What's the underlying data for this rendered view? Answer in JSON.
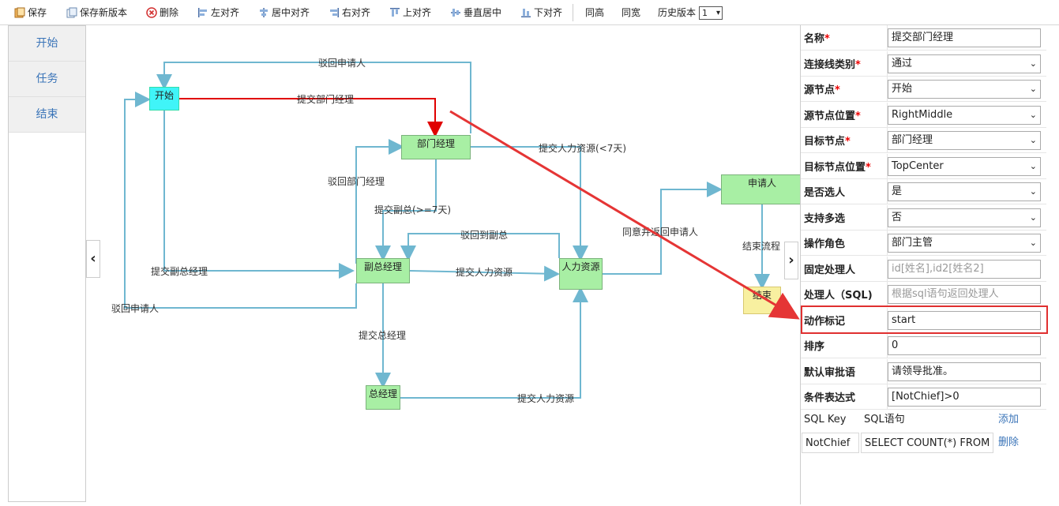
{
  "toolbar": {
    "save": "保存",
    "save_new_version": "保存新版本",
    "delete": "删除",
    "align_left": "左对齐",
    "align_center": "居中对齐",
    "align_right": "右对齐",
    "align_top": "上对齐",
    "align_middle": "垂直居中",
    "align_bottom": "下对齐",
    "same_height": "同高",
    "same_width": "同宽",
    "history_version_label": "历史版本",
    "history_version_value": "1"
  },
  "left_panel": {
    "items": [
      "开始",
      "任务",
      "结束"
    ]
  },
  "canvas": {
    "nodes": {
      "start": "开始",
      "dept_manager": "部门经理",
      "vice_manager": "副总经理",
      "hr": "人力资源",
      "general_manager": "总经理",
      "applicant": "申请人",
      "end": "结束"
    },
    "edges": {
      "reject_to_applicant_top": "驳回申请人",
      "submit_dept_manager": "提交部门经理",
      "reject_dept_manager": "驳回部门经理",
      "submit_hr_lt7": "提交人力资源(<7天)",
      "submit_vice_ge7": "提交副总(>=7天)",
      "reject_to_vice": "驳回到副总",
      "agree_return_applicant": "同意并返回申请人",
      "end_flow": "结束流程",
      "submit_vice_manager": "提交副总经理",
      "submit_hr_from_vice": "提交人力资源",
      "reject_applicant_left": "驳回申请人",
      "submit_general_manager": "提交总经理",
      "submit_hr_from_gm": "提交人力资源"
    }
  },
  "properties": {
    "rows": [
      {
        "label": "名称",
        "required": true,
        "value": "提交部门经理",
        "type": "text"
      },
      {
        "label": "连接线类别",
        "required": true,
        "value": "通过",
        "type": "select"
      },
      {
        "label": "源节点",
        "required": true,
        "value": "开始",
        "type": "select"
      },
      {
        "label": "源节点位置",
        "required": true,
        "value": "RightMiddle",
        "type": "select"
      },
      {
        "label": "目标节点",
        "required": true,
        "value": "部门经理",
        "type": "select"
      },
      {
        "label": "目标节点位置",
        "required": true,
        "value": "TopCenter",
        "type": "select"
      },
      {
        "label": "是否选人",
        "required": false,
        "value": "是",
        "type": "select"
      },
      {
        "label": "支持多选",
        "required": false,
        "value": "否",
        "type": "select"
      },
      {
        "label": "操作角色",
        "required": false,
        "value": "部门主管",
        "type": "select"
      },
      {
        "label": "固定处理人",
        "required": false,
        "value": "",
        "placeholder": "id[姓名],id2[姓名2]",
        "type": "text"
      },
      {
        "label": "处理人（SQL)",
        "required": false,
        "value": "",
        "placeholder": "根据sql语句返回处理人",
        "type": "text"
      },
      {
        "label": "动作标记",
        "required": false,
        "value": "start",
        "type": "text"
      },
      {
        "label": "排序",
        "required": false,
        "value": "0",
        "type": "text"
      },
      {
        "label": "默认审批语",
        "required": false,
        "value": "请领导批准。",
        "type": "text"
      },
      {
        "label": "条件表达式",
        "required": false,
        "value": "[NotChief]>0",
        "type": "text"
      }
    ],
    "sql_table": {
      "header_key": "SQL Key",
      "header_sql": "SQL语句",
      "add_link": "添加",
      "row_key": "NotChief",
      "row_sql": "SELECT COUNT(*) FROM",
      "delete_link": "删除"
    }
  },
  "colors": {
    "edge": "#6fb7d0",
    "selected_edge": "#e00000",
    "annotation": "#e53535",
    "node_fill": "#a8efa4",
    "start_fill": "#40f4f8",
    "end_fill": "#f8f0a0",
    "link": "#3a74b8"
  }
}
